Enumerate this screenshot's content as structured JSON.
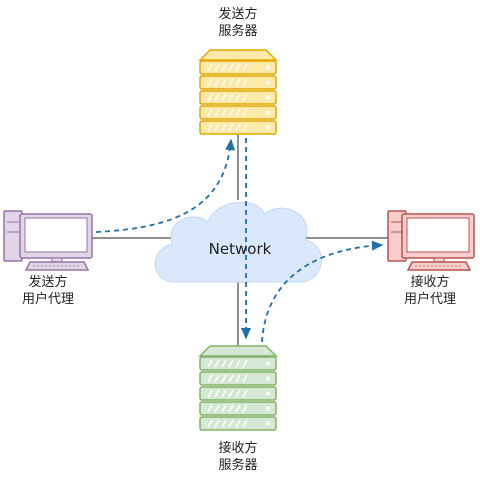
{
  "network_label": "Network",
  "sender_server": {
    "line1": "发送方",
    "line2": "服务器"
  },
  "receiver_server": {
    "line1": "接收方",
    "line2": "服务器"
  },
  "sender_agent": {
    "line1": "发送方",
    "line2": "用户代理"
  },
  "receiver_agent": {
    "line1": "接收方",
    "line2": "用户代理"
  },
  "colors": {
    "sender_server_fill": "#ffe9a8",
    "sender_server_stroke": "#e0a800",
    "receiver_server_fill": "#d5e8d4",
    "receiver_server_stroke": "#82b366",
    "sender_agent_fill": "#e1d5e7",
    "sender_agent_stroke": "#9673a6",
    "receiver_agent_fill": "#f8cecc",
    "receiver_agent_stroke": "#b85450",
    "cloud_fill": "#dae8fc",
    "cloud_stroke": "#c4d8f3",
    "flow_arrow": "#1f6fa8",
    "link_line": "#222222"
  }
}
